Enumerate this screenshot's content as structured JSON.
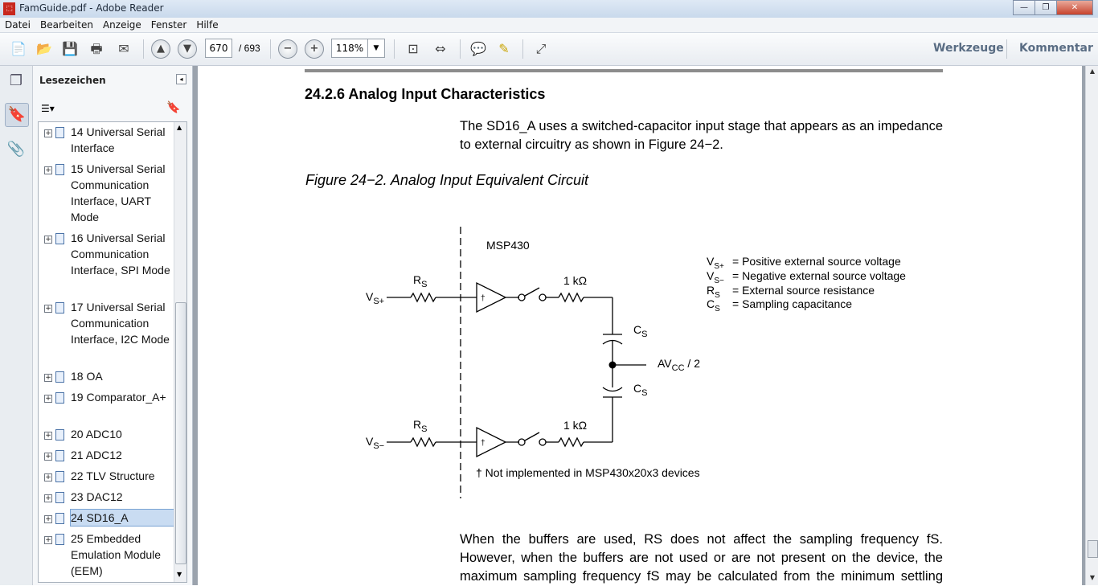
{
  "window": {
    "title": "FamGuide.pdf - Adobe Reader",
    "app_icon": "pdf-icon",
    "controls": {
      "minimize": "—",
      "maximize": "❐",
      "close": "✕"
    }
  },
  "menu": [
    "Datei",
    "Bearbeiten",
    "Anzeige",
    "Fenster",
    "Hilfe"
  ],
  "toolbar": {
    "page_current": "670",
    "page_total": "/ 693",
    "zoom": "118%",
    "werkzeuge": "Werkzeuge",
    "kommentar": "Kommentar"
  },
  "bookmarks": {
    "title": "Lesezeichen",
    "items": [
      {
        "label": "14 Universal Serial Interface"
      },
      {
        "label": "15 Universal Serial Communication Interface, UART Mode"
      },
      {
        "label": "16 Universal Serial Communication Interface, SPI Mode"
      },
      {
        "label": "17 Universal Serial Communication Interface, I2C Mode"
      },
      {
        "label": "18 OA"
      },
      {
        "label": "19 Comparator_A+"
      },
      {
        "label": "20 ADC10"
      },
      {
        "label": "21 ADC12"
      },
      {
        "label": "22 TLV Structure"
      },
      {
        "label": "23 DAC12"
      },
      {
        "label": "24 SD16_A",
        "selected": true
      },
      {
        "label": "25 Embedded Emulation Module (EEM)"
      }
    ]
  },
  "document": {
    "section_heading": "24.2.6  Analog Input Characteristics",
    "intro_paragraph": "The SD16_A uses a switched-capacitor input stage that appears as an impedance to external circuitry as shown in Figure 24−2.",
    "figure_caption": "Figure 24−2.  Analog Input Equivalent Circuit",
    "circuit": {
      "msp_label": "MSP430",
      "rs_top": "R",
      "rs_sub": "S",
      "vs_plus_main": "V",
      "vs_plus_sub": "S+",
      "vs_minus_sub": "S−",
      "one_k_top": "1 kΩ",
      "one_k_bottom": "1 kΩ",
      "cs_main": "C",
      "cs_sub": "S",
      "avcc_main": "AV",
      "avcc_sub": "CC",
      "avcc_suffix": " / 2",
      "dagger": "†",
      "legend": [
        {
          "sym": "V",
          "sub": "S+",
          "text": "= Positive external source voltage"
        },
        {
          "sym": "V",
          "sub": "S−",
          "text": "= Negative external source voltage"
        },
        {
          "sym": "R",
          "sub": "S",
          "text": "= External source resistance"
        },
        {
          "sym": "C",
          "sub": "S",
          "text": "= Sampling capacitance"
        }
      ],
      "footnote": "† Not implemented in MSP430x20x3 devices"
    },
    "para2_line1": "When the buffers are used, RS does not affect the sampling frequency fS.",
    "para2_line2": "However, when the buffers are not used or are not present on the device, the",
    "para2_line3": "maximum sampling frequency fS may be calculated from the minimum settling"
  }
}
